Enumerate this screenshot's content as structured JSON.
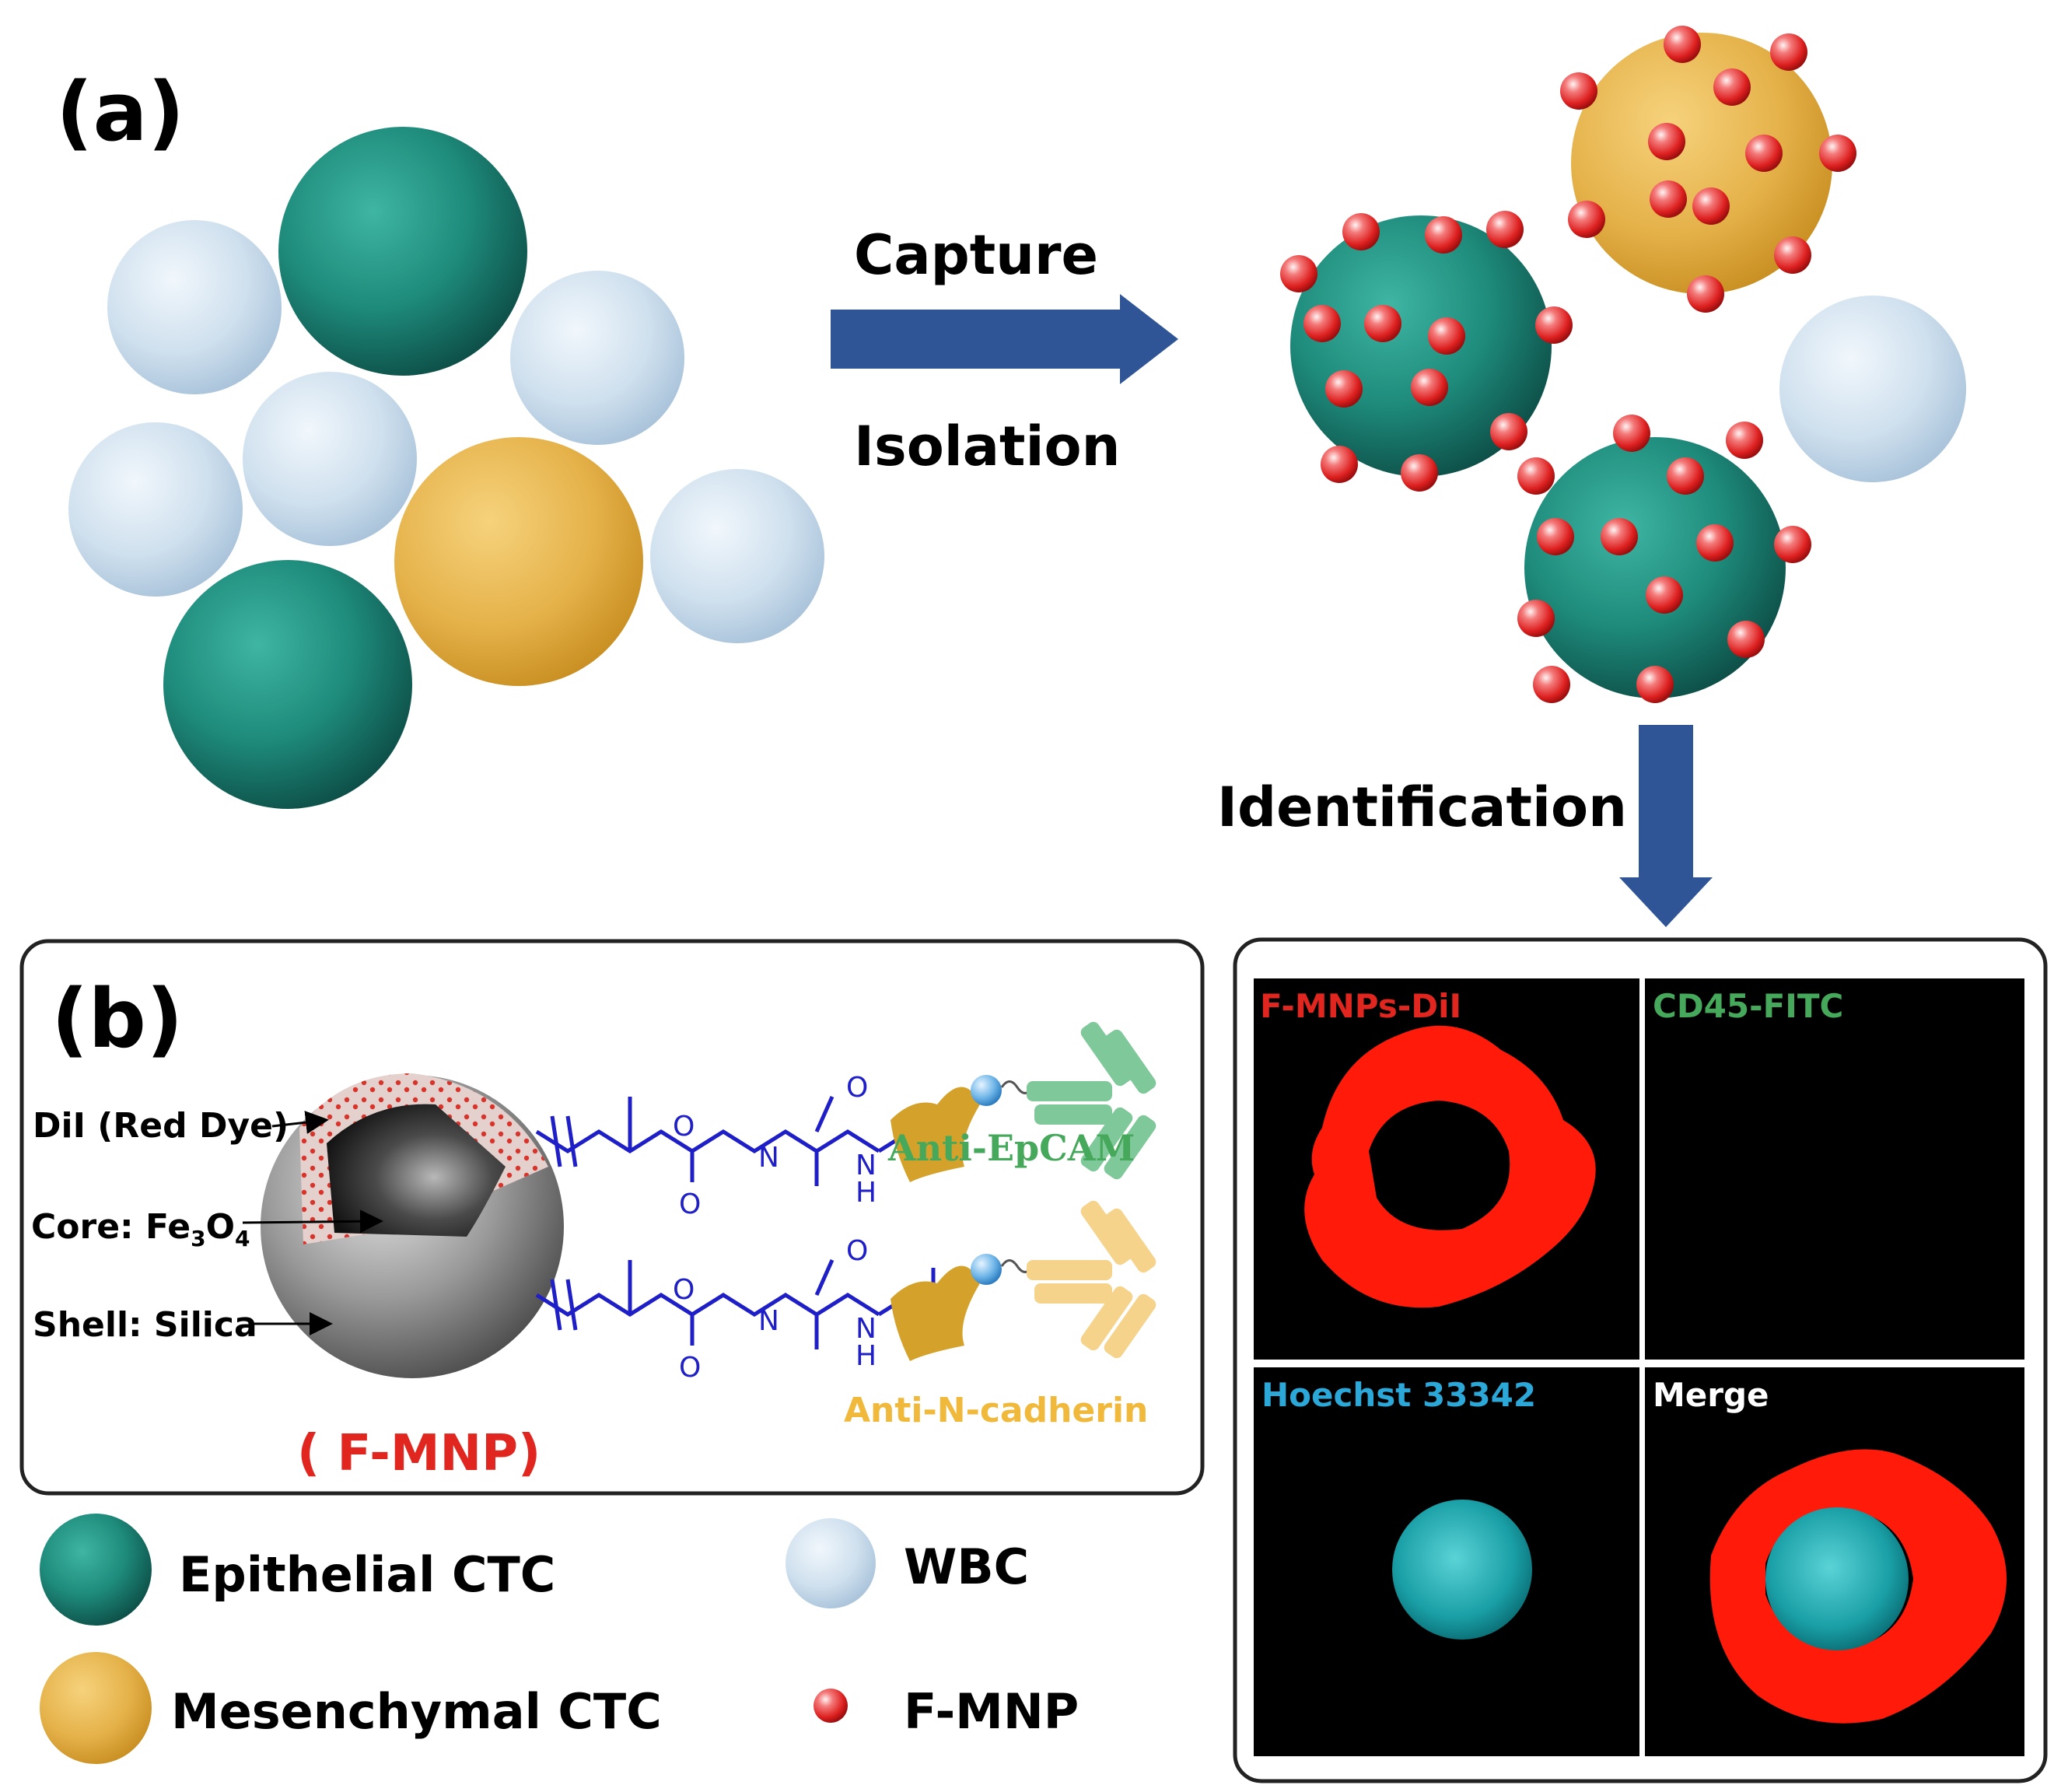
{
  "panel_a": {
    "label": "(a)",
    "step_capture": "Capture",
    "step_isolation": "Isolation",
    "step_identification": "Identification"
  },
  "panel_b": {
    "label": "(b)",
    "callout_dye": "DiI (Red Dye)",
    "callout_core_prefix": "Core: Fe",
    "callout_core_sub1": "3",
    "callout_core_mid": "O",
    "callout_core_sub2": "4",
    "callout_shell": "Shell: Silica",
    "particle_name": "( F-MNP)",
    "antibody_top": "Anti-EpCAM",
    "antibody_bottom": "Anti-N-cadherin"
  },
  "microscopy": {
    "ch1": "F-MNPs-DiI",
    "ch2": "CD45-FITC",
    "ch3": "Hoechst 33342",
    "ch4": "Merge"
  },
  "legend": {
    "epithelial": "Epithelial CTC",
    "mesenchymal": "Mesenchymal CTC",
    "wbc": "WBC",
    "fmnp": "F-MNP"
  },
  "colors": {
    "epithelial": "#1f8f7f",
    "mesenchymal": "#e8b74c",
    "wbc": "#c9dcec",
    "fmnp": "#e52a2a",
    "arrow": "#2f5597",
    "red_label": "#e0261f",
    "green_label": "#45a85a",
    "cyan_label": "#2ba7d8",
    "antiN_label": "#f0b93c",
    "linker": "#1f1fc8"
  }
}
